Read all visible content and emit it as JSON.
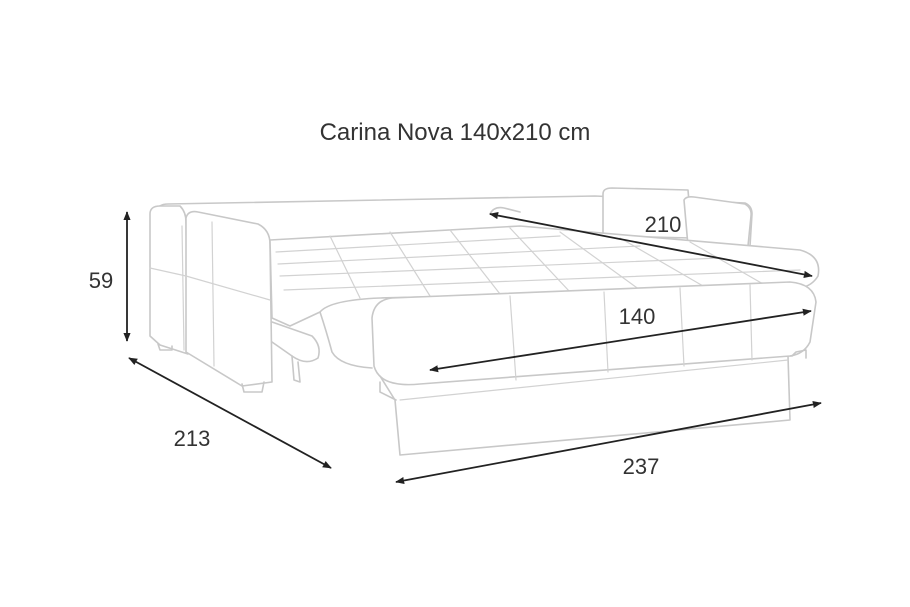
{
  "title": "Carina Nova 140x210 cm",
  "dimensions": {
    "height": "59",
    "depth": "213",
    "width": "237",
    "bed_width": "140",
    "bed_length": "210"
  }
}
